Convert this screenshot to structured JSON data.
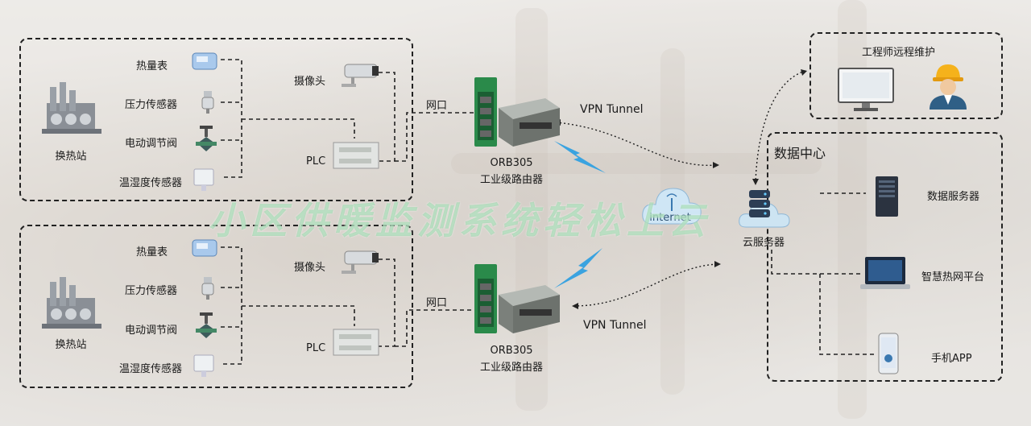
{
  "watermark": "小区供暖监测系统轻松上云",
  "site1": {
    "station": "换热站",
    "devices": [
      "热量表",
      "压力传感器",
      "电动调节阀",
      "温湿度传感器"
    ],
    "camera": "摄像头",
    "plc": "PLC",
    "port": "网口",
    "router_model": "ORB305",
    "router_desc": "工业级路由器",
    "tunnel": "VPN Tunnel"
  },
  "site2": {
    "station": "换热站",
    "devices": [
      "热量表",
      "压力传感器",
      "电动调节阀",
      "温湿度传感器"
    ],
    "camera": "摄像头",
    "plc": "PLC",
    "port": "网口",
    "router_model": "ORB305",
    "router_desc": "工业级路由器",
    "tunnel": "VPN Tunnel"
  },
  "internet": "internet",
  "cloud_server": "云服务器",
  "engineer": "工程师远程维护",
  "datacenter": {
    "title": "数据中心",
    "items": [
      "数据服务器",
      "智慧热网平台",
      "手机APP"
    ]
  },
  "colors": {
    "watermark": "#8cd2a0",
    "router_green": "#2a8a4a",
    "lightning": "#3aa3e0"
  }
}
